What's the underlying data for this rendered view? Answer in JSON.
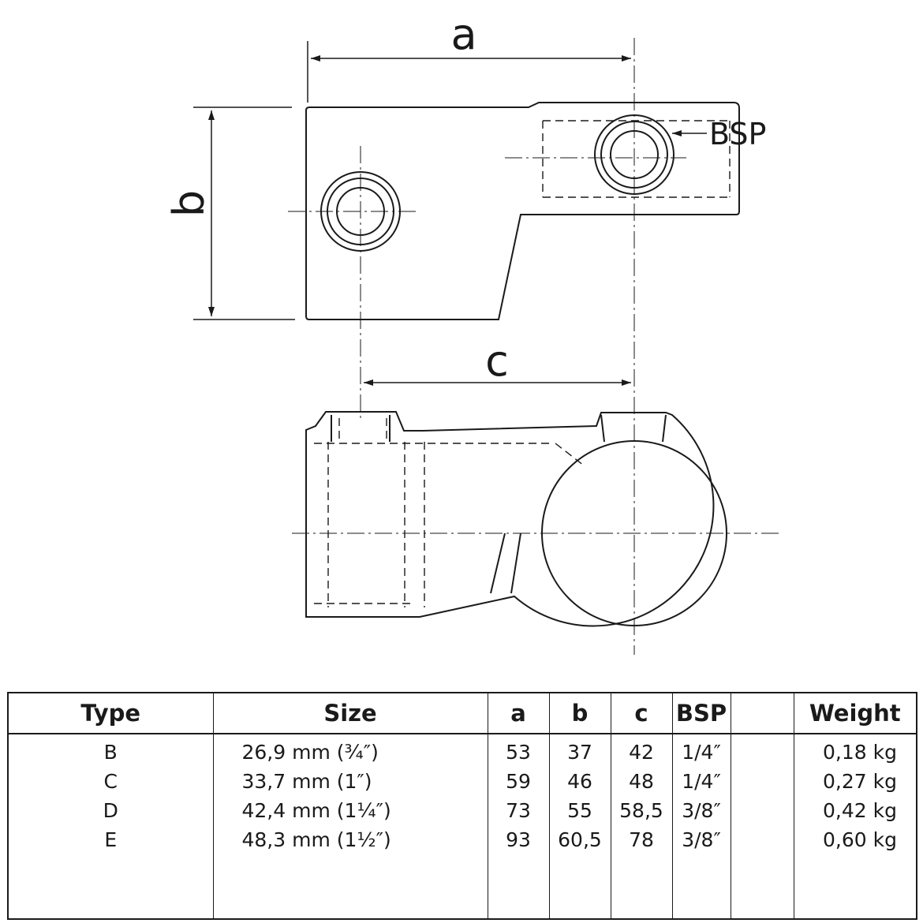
{
  "drawing": {
    "dimension_labels": {
      "a": "a",
      "b": "b",
      "c": "c"
    },
    "callout": "BSP"
  },
  "table": {
    "headers": [
      "Type",
      "Size",
      "a",
      "b",
      "c",
      "BSP",
      "",
      "Weight"
    ],
    "rows": [
      {
        "type": "B",
        "size": "26,9 mm (¾″)",
        "a": "53",
        "b": "37",
        "c": "42",
        "bsp": "1/4″",
        "extra": "",
        "weight": "0,18 kg"
      },
      {
        "type": "C",
        "size": "33,7 mm (1″)",
        "a": "59",
        "b": "46",
        "c": "48",
        "bsp": "1/4″",
        "extra": "",
        "weight": "0,27 kg"
      },
      {
        "type": "D",
        "size": "42,4 mm (1¼″)",
        "a": "73",
        "b": "55",
        "c": "58,5",
        "bsp": "3/8″",
        "extra": "",
        "weight": "0,42 kg"
      },
      {
        "type": "E",
        "size": "48,3 mm (1½″)",
        "a": "93",
        "b": "60,5",
        "c": "78",
        "bsp": "3/8″",
        "extra": "",
        "weight": "0,60 kg"
      }
    ]
  }
}
